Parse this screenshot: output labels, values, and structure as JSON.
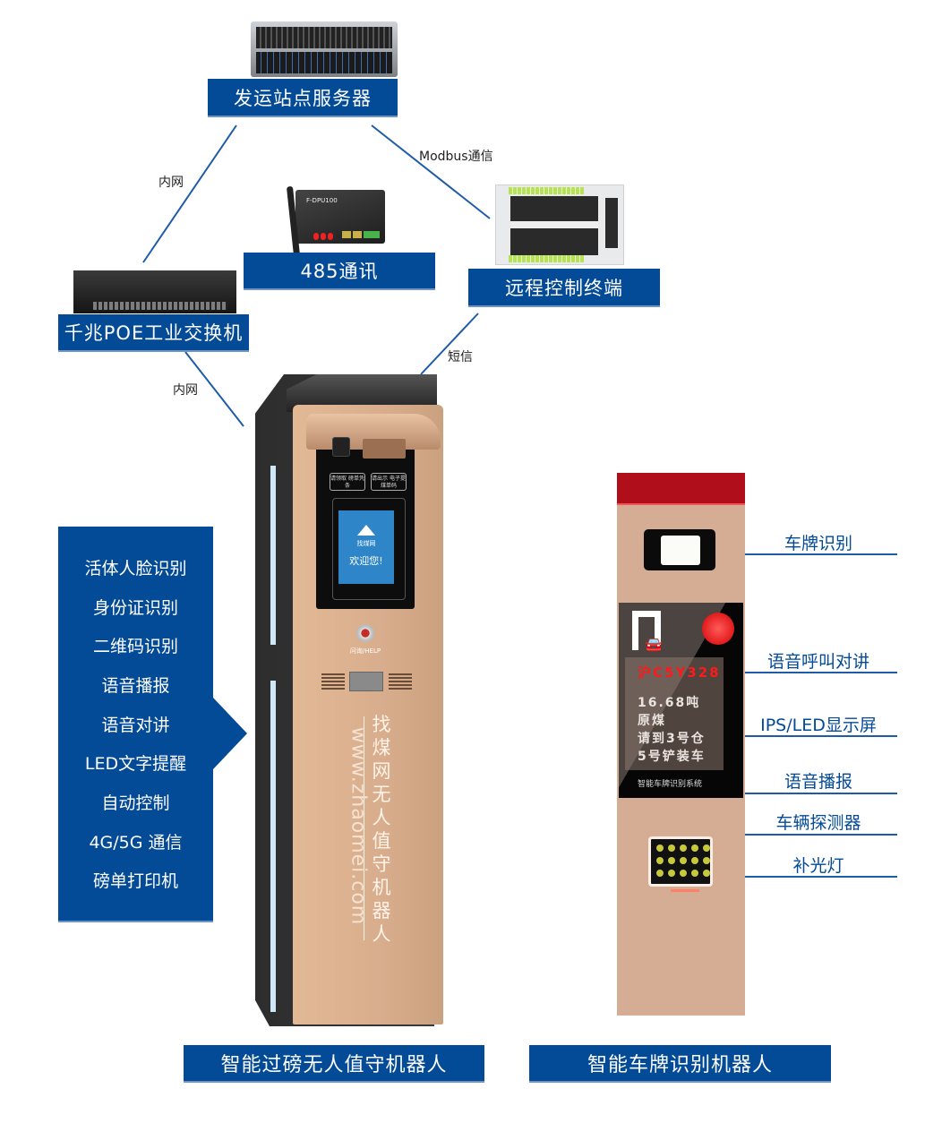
{
  "nodes": {
    "server": {
      "label": "发运站点服务器",
      "icon": "server-rack-icon"
    },
    "dtu": {
      "label": "485通讯",
      "icon": "dtu-router-icon",
      "device_text": "F-DPU100"
    },
    "rtu": {
      "label": "远程控制终端",
      "icon": "rtu-controller-icon"
    },
    "switch": {
      "label": "千兆POE工业交换机",
      "icon": "network-switch-icon"
    }
  },
  "links": {
    "server_switch": "内网",
    "server_rtu": "Modbus通信",
    "rtu_kiosk": "短信",
    "switch_kiosk": "内网"
  },
  "features": {
    "items": [
      "活体人脸识别",
      "身份证识别",
      "二维码识别",
      "语音播报",
      "语音对讲",
      "LED文字提醒",
      "自动控制",
      "4G/5G 通信",
      "磅单打印机"
    ]
  },
  "kiosk": {
    "button_left": "请领取 磅单凭条",
    "button_right": "请出示 电子提煤单码",
    "screen_brand": "找煤网",
    "screen_welcome": "欢迎您!",
    "help_label": "问询/HELP",
    "vertical_title": "找煤网无人值守机器人",
    "url": "www.zhaomei.com",
    "caption": "智能过磅无人值守机器人"
  },
  "lpr": {
    "plate": "沪C5Y328",
    "display_lines": [
      "16.68吨",
      "原煤",
      "请到3号仓",
      "5号铲装车"
    ],
    "system_name": "智能车牌识别系统",
    "callouts": [
      "车牌识别",
      "语音呼叫对讲",
      "IPS/LED显示屏",
      "语音播报",
      "车辆探测器",
      "补光灯"
    ],
    "caption": "智能车牌识别机器人"
  },
  "colors": {
    "brand_blue": "#034a97",
    "line_blue": "#1f5ca8",
    "kiosk_gold": "#d8ad8d",
    "lpr_red": "#b10e1c"
  }
}
